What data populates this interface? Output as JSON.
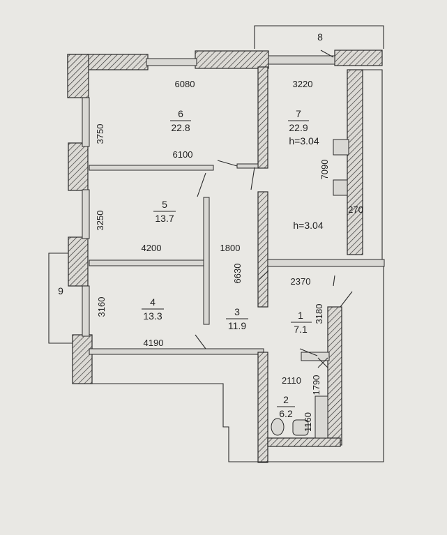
{
  "plan": {
    "rooms": [
      {
        "number": "1",
        "area": "7.1"
      },
      {
        "number": "2",
        "area": "6.2"
      },
      {
        "number": "3",
        "area": "11.9"
      },
      {
        "number": "4",
        "area": "13.3"
      },
      {
        "number": "5",
        "area": "13.7"
      },
      {
        "number": "6",
        "area": "22.8"
      },
      {
        "number": "7",
        "area": "22.9"
      },
      {
        "number": "8",
        "area": ""
      },
      {
        "number": "9",
        "area": ""
      }
    ],
    "heights": [
      "h=3.04",
      "h=3.04"
    ],
    "dimensions": [
      "6080",
      "3220",
      "3750",
      "6100",
      "7090",
      "270",
      "3250",
      "4200",
      "1800",
      "6630",
      "2370",
      "3160",
      "3180",
      "4190",
      "2110",
      "1790",
      "1160"
    ]
  }
}
